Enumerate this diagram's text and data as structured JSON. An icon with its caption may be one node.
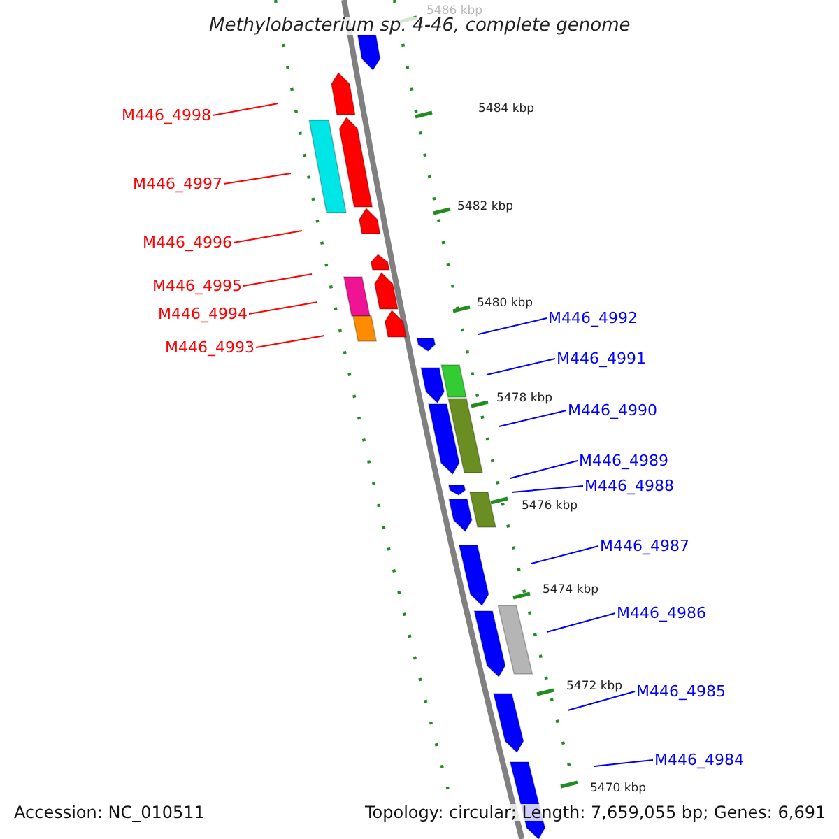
{
  "diagram": {
    "title": "Methylobacterium sp. 4-46, complete genome",
    "nodes": [
      {
        "text": [
          "M446_4998"
        ]
      },
      {
        "text": [
          "M446_4997"
        ]
      },
      {
        "text": [
          "M446_4996"
        ]
      },
      {
        "text": [
          "M446_4995"
        ]
      },
      {
        "text": [
          "M446_4994"
        ]
      },
      {
        "text": [
          "M446_4993"
        ]
      },
      {
        "text": [
          "M446_4992"
        ]
      },
      {
        "text": [
          "M446_4991"
        ]
      },
      {
        "text": [
          "M446_4990"
        ]
      },
      {
        "text": [
          "M446_4989"
        ]
      },
      {
        "text": [
          "M446_4988"
        ]
      },
      {
        "text": [
          "M446_4987"
        ]
      },
      {
        "text": [
          "M446_4986"
        ]
      },
      {
        "text": [
          "M446_4985"
        ]
      },
      {
        "text": [
          "M446_4984"
        ]
      }
    ],
    "edges": [
      {
        "from": 0,
        "to": null,
        "arrow": "none",
        "color": "#ff0000"
      },
      {
        "from": 1,
        "to": null,
        "arrow": "none",
        "color": "#ff0000"
      },
      {
        "from": 2,
        "to": null,
        "arrow": "none",
        "color": "#ff0000"
      },
      {
        "from": 3,
        "to": null,
        "arrow": "none",
        "color": "#ff0000"
      },
      {
        "from": 4,
        "to": null,
        "arrow": "none",
        "color": "#ff0000"
      },
      {
        "from": 5,
        "to": null,
        "arrow": "none",
        "color": "#ff0000"
      },
      {
        "from": 6,
        "to": null,
        "arrow": "none"
      },
      {
        "from": 7,
        "to": null,
        "arrow": "none"
      },
      {
        "from": 8,
        "to": null,
        "arrow": "none"
      },
      {
        "from": 9,
        "to": null,
        "arrow": "none"
      },
      {
        "from": 10,
        "to": null,
        "arrow": "none"
      },
      {
        "from": 11,
        "to": null,
        "arrow": "none"
      },
      {
        "from": 12,
        "to": null,
        "arrow": "none"
      },
      {
        "from": 13,
        "to": null,
        "arrow": "none"
      },
      {
        "from": 14,
        "to": null,
        "arrow": "none"
      }
    ],
    "labels": [
      "5486 kbp",
      "5484 kbp",
      "5482 kbp",
      "5480 kbp",
      "5478 kbp",
      "5476 kbp",
      "5474 kbp",
      "5472 kbp",
      "5470 kbp",
      "Accession: NC_010511",
      "Topology: circular; Length: 7,659,055 bp; Genes: 6,691"
    ]
  }
}
